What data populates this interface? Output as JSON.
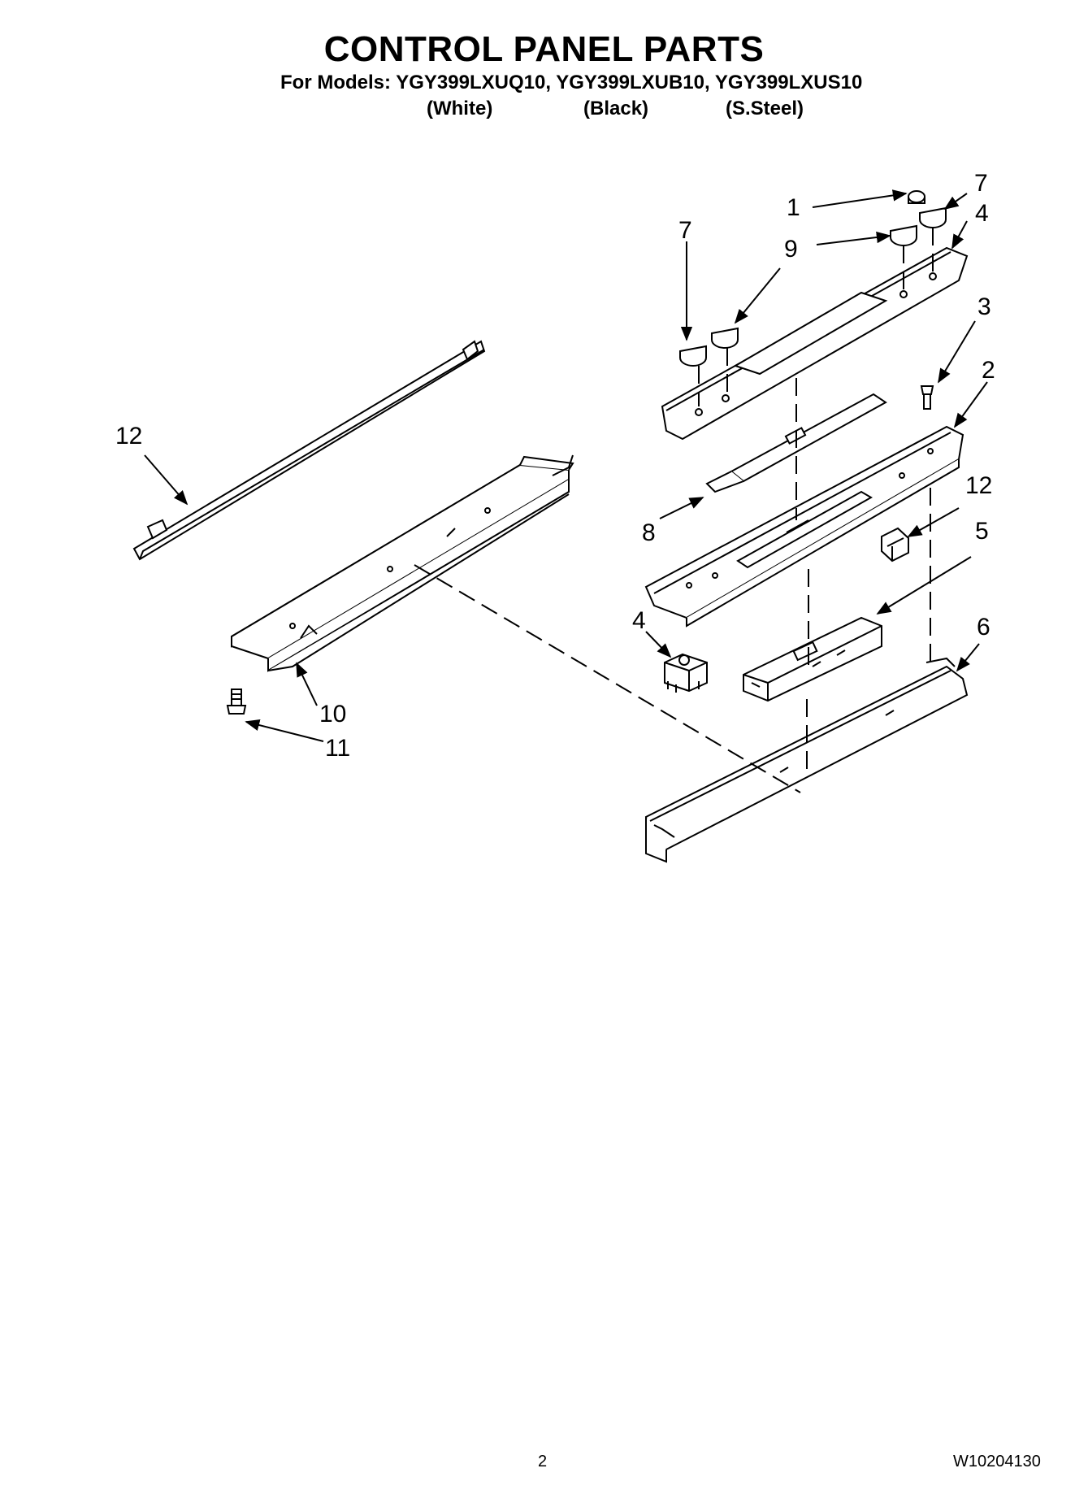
{
  "header": {
    "title": "CONTROL PANEL PARTS",
    "models_line": "For Models: YGY399LXUQ10, YGY399LXUB10, YGY399LXUS10",
    "variants": [
      "(White)",
      "(Black)",
      "(S.Steel)"
    ]
  },
  "callouts": {
    "c1": "1",
    "c7a": "7",
    "c4a": "4",
    "c7b": "7",
    "c9": "9",
    "c3": "3",
    "c2": "2",
    "c12a": "12",
    "c12b": "12",
    "c8": "8",
    "c5": "5",
    "c4b": "4",
    "c6": "6",
    "c10": "10",
    "c11": "11"
  },
  "footer": {
    "page_number": "2",
    "doc_number": "W10204130"
  }
}
